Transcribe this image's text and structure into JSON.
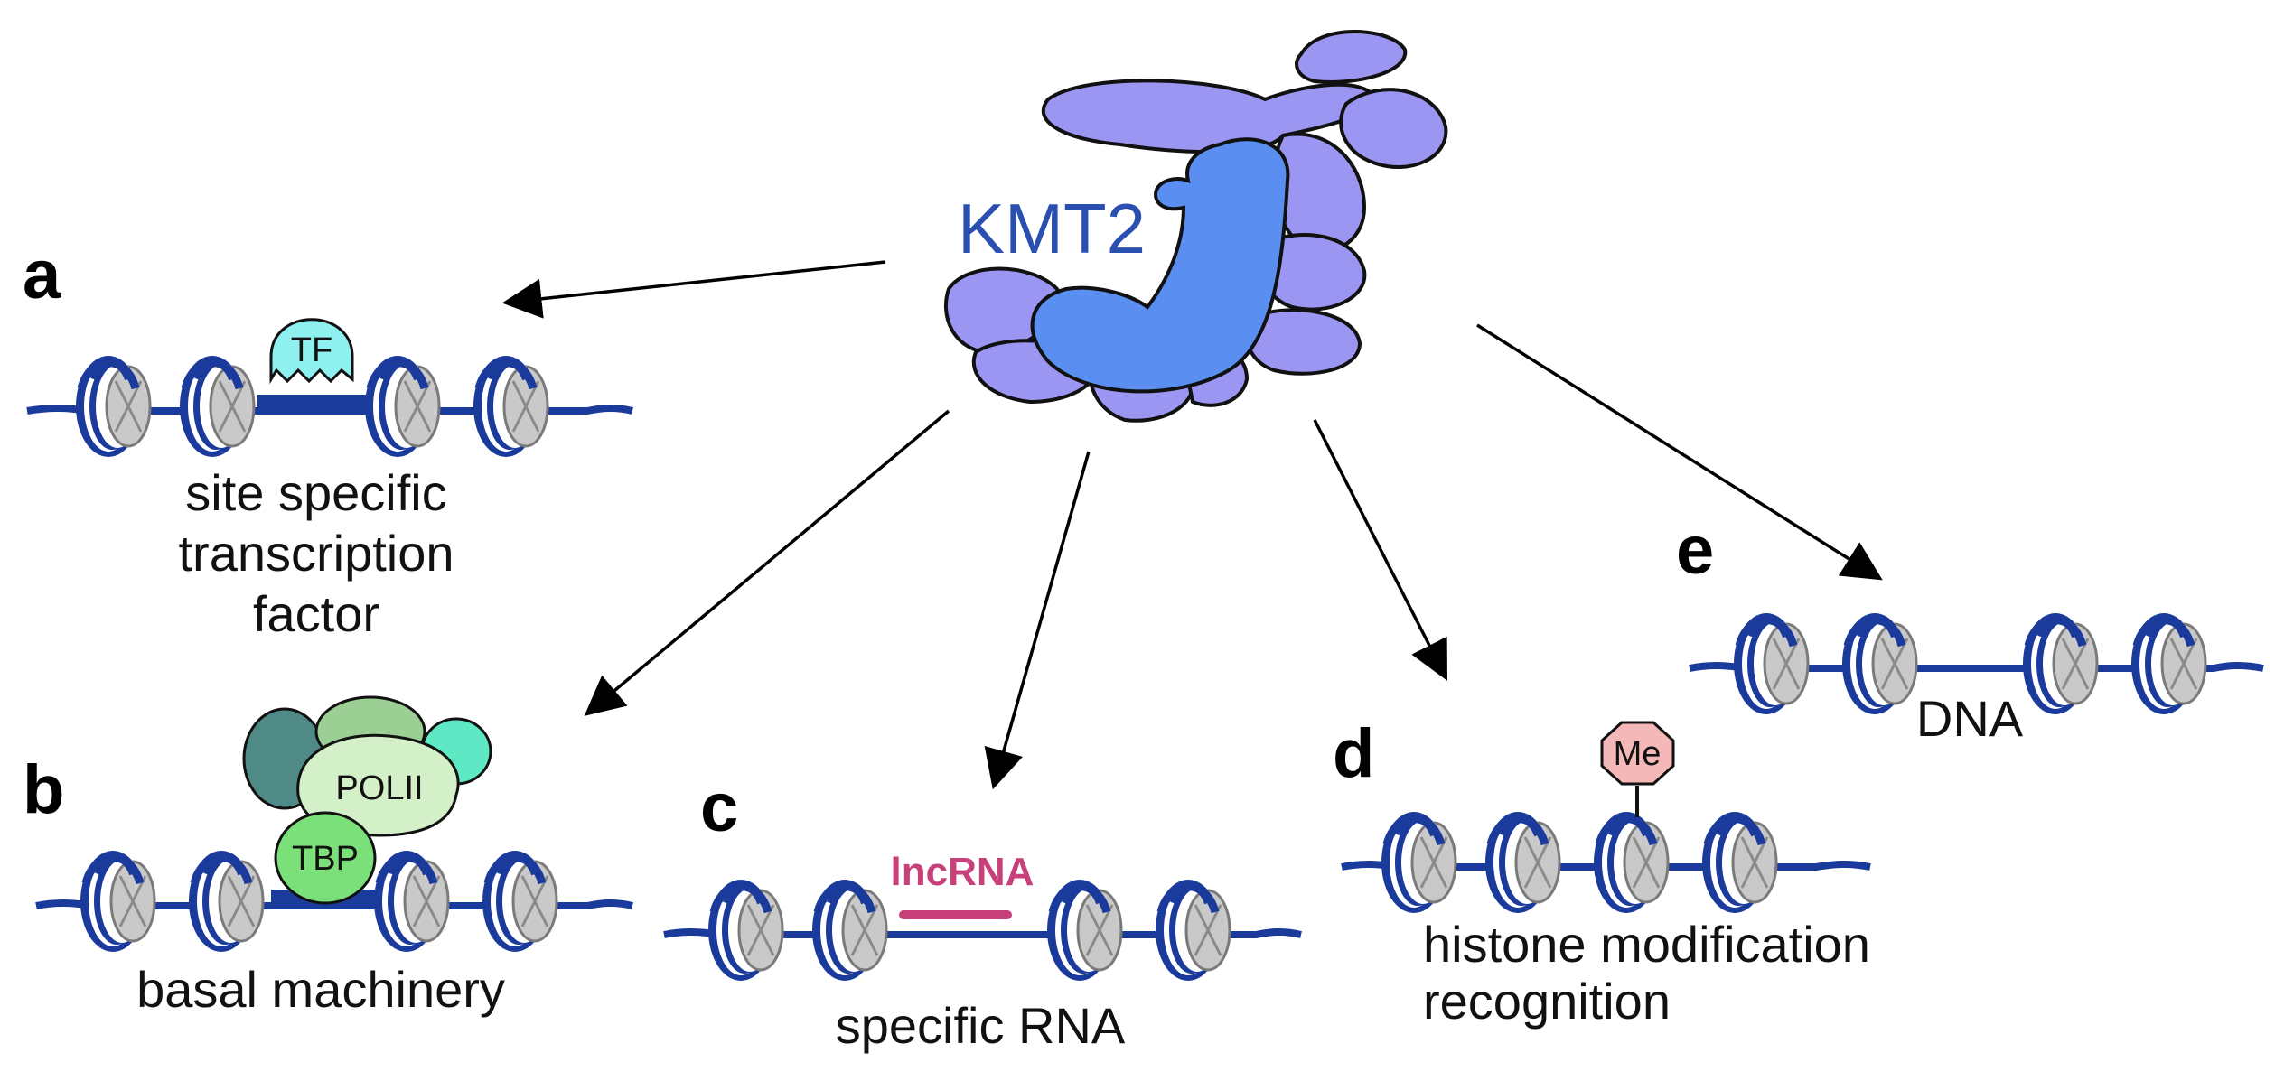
{
  "protein": {
    "label": "KMT2"
  },
  "panels": [
    {
      "letter": "a",
      "caption_lines": [
        "site specific",
        "transcription",
        "factor"
      ],
      "factor": "TF"
    },
    {
      "letter": "b",
      "caption_lines": [
        "basal machinery"
      ],
      "factors": [
        "POLII",
        "TBP"
      ]
    },
    {
      "letter": "c",
      "caption_lines": [
        "specific RNA"
      ],
      "rna": "lncRNA"
    },
    {
      "letter": "d",
      "caption_lines": [
        "histone modification",
        "recognition"
      ],
      "mark": "Me"
    },
    {
      "letter": "e",
      "caption_lines": [
        "DNA"
      ]
    }
  ],
  "colors": {
    "dna": "#1a3a9c",
    "nucleosome": "#c8c8c8",
    "kmt2_core": "#5a8ef0",
    "kmt2_subunits": "#9a96f2",
    "tf": "#8ff0f0",
    "polii": "#d4f0c8",
    "tbp": "#7ce07a",
    "lncrna": "#c8407a",
    "methyl": "#f4b8b8"
  },
  "icons": [
    "nucleosome-icon",
    "arrow-icon"
  ]
}
